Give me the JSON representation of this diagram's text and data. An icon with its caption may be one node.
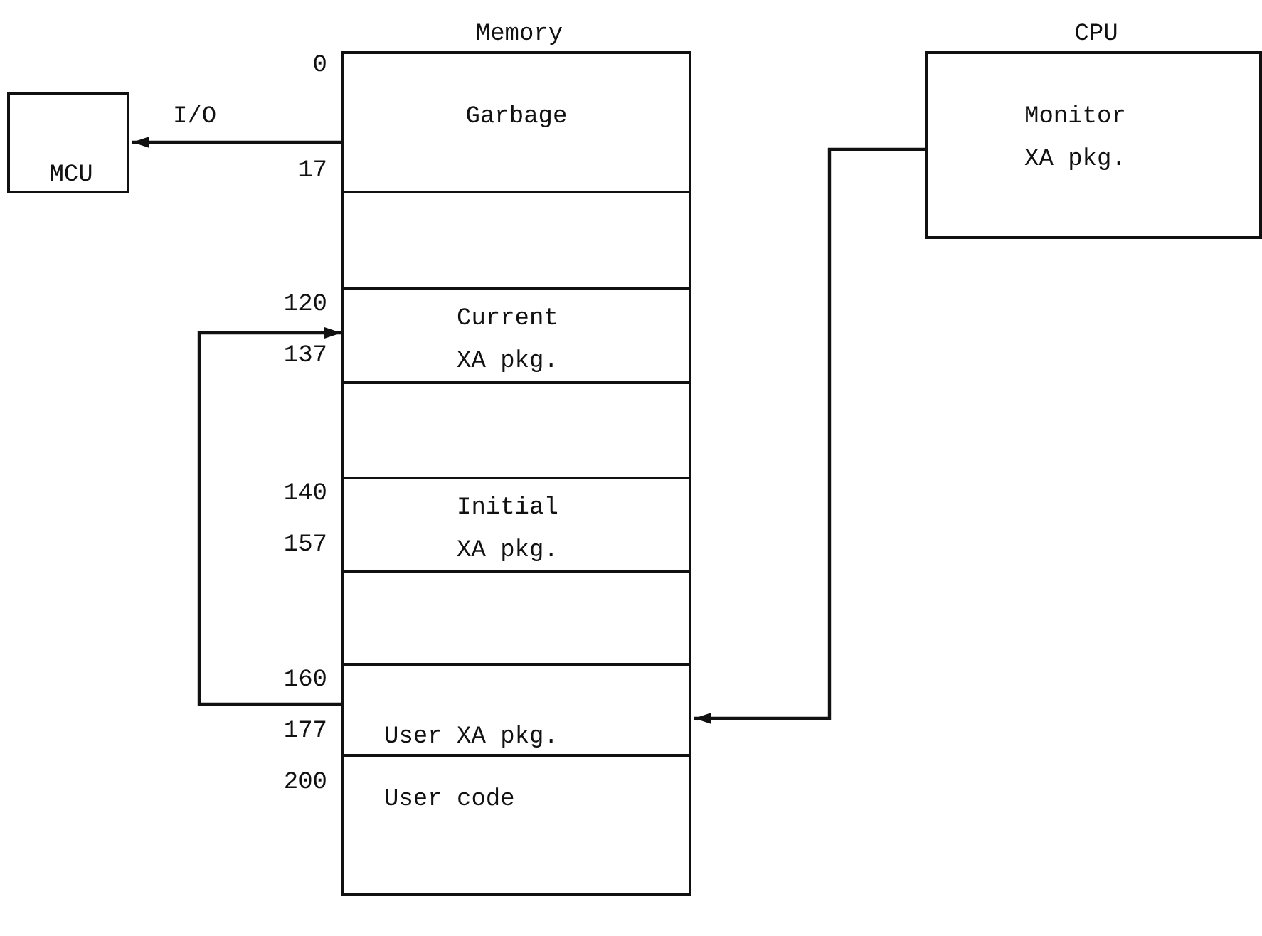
{
  "diagram": {
    "nodes": [
      {
        "text": [
          "Memory"
        ]
      },
      {
        "text": [
          "Garbage"
        ],
        "in": 0
      },
      {
        "text": [],
        "shape": "box",
        "in": 0
      },
      {
        "text": [
          "Current XA pkg."
        ],
        "in": 0
      },
      {
        "text": [],
        "shape": "box",
        "in": 0
      },
      {
        "text": [
          "Initial XA pkg."
        ],
        "in": 0
      },
      {
        "text": [],
        "shape": "box",
        "in": 0
      },
      {
        "text": [
          "User XA pkg."
        ],
        "in": 0
      },
      {
        "text": [
          "User code"
        ],
        "in": 0
      },
      {
        "text": [
          "CPU",
          "Monitor XA pkg."
        ]
      },
      {
        "text": [
          "MCU"
        ]
      }
    ],
    "edges": [
      {
        "from": 1,
        "to": 10,
        "arrow": "to",
        "label": "I/O"
      },
      {
        "from": 7,
        "to": 3,
        "arrow": "to"
      },
      {
        "from": 9,
        "to": 7,
        "arrow": "to"
      }
    ],
    "labels": [
      "0",
      "17",
      "120",
      "137",
      "140",
      "157",
      "160",
      "177",
      "200"
    ]
  }
}
